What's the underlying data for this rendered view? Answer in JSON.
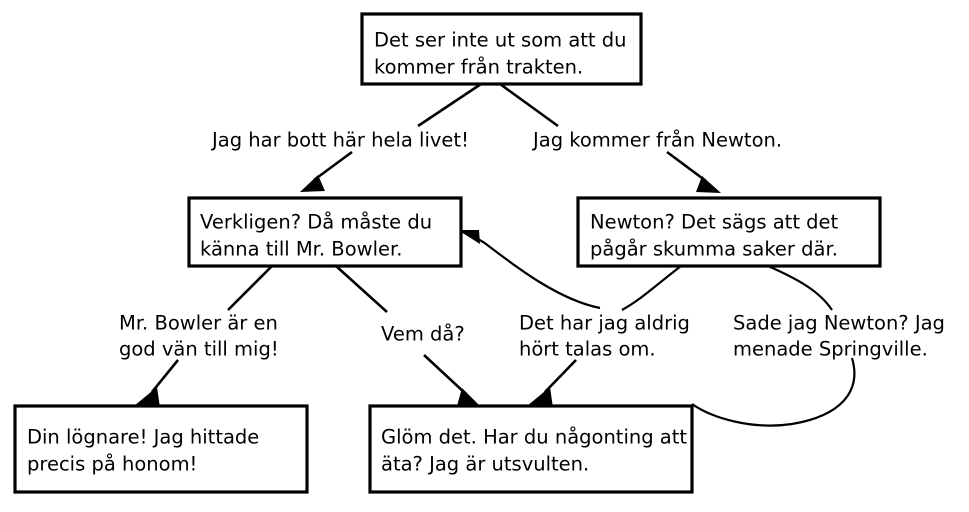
{
  "diagram": {
    "type": "dialogue-tree",
    "language": "sv",
    "background_color": "#ffffff",
    "line_color": "#000000",
    "text_color": "#000000",
    "nodes": [
      {
        "id": "root",
        "line1": "Det ser inte ut som att du",
        "line2": "kommer från trakten."
      },
      {
        "id": "verkligen",
        "line1": "Verkligen? Då måste du",
        "line2": "känna till Mr. Bowler."
      },
      {
        "id": "newton",
        "line1": "Newton? Det sägs att det",
        "line2": "pågår skumma saker där."
      },
      {
        "id": "lognare",
        "line1": "Din lögnare! Jag hittade",
        "line2": "precis på honom!"
      },
      {
        "id": "glom",
        "line1": "Glöm det. Har du någonting att",
        "line2": "äta? Jag är utsvulten."
      }
    ],
    "edge_labels": [
      {
        "id": "e1",
        "line1": "Jag har bott här hela livet!",
        "line2": ""
      },
      {
        "id": "e2",
        "line1": "Jag kommer från Newton.",
        "line2": ""
      },
      {
        "id": "e3",
        "line1": "Mr. Bowler är en",
        "line2": "god vän till mig!"
      },
      {
        "id": "e4",
        "line1": "Vem då?",
        "line2": ""
      },
      {
        "id": "e5",
        "line1": "Det har jag aldrig",
        "line2": "hört talas om."
      },
      {
        "id": "e6",
        "line1": "Sade jag Newton? Jag",
        "line2": "menade Springville."
      }
    ]
  }
}
